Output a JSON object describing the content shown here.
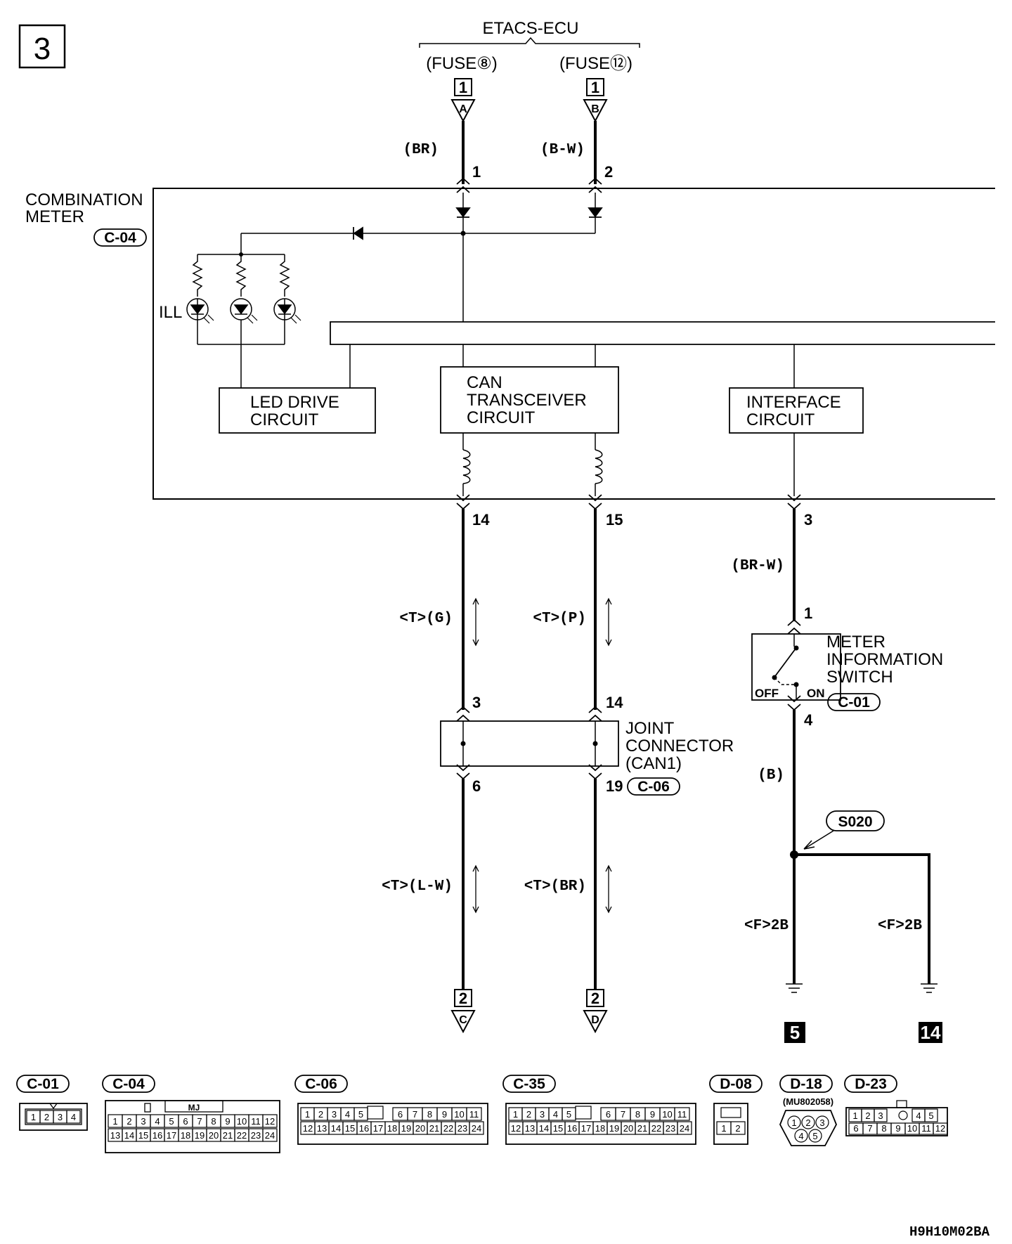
{
  "page_number": "3",
  "etacs_ecu": "ETACS-ECU",
  "fuse_a": "(FUSE⑧)",
  "fuse_b": "(FUSE⑫)",
  "comb_meter_l1": "COMBINATION",
  "comb_meter_l2": "METER",
  "ill": "ILL",
  "led_drive_l1": "LED DRIVE",
  "led_drive_l2": "CIRCUIT",
  "can_l1": "CAN",
  "can_l2": "TRANSCEIVER",
  "can_l3": "CIRCUIT",
  "interface_l1": "INTERFACE",
  "interface_l2": "CIRCUIT",
  "meter_sw_l1": "METER",
  "meter_sw_l2": "INFORMATION",
  "meter_sw_l3": "SWITCH",
  "sw_off": "OFF",
  "sw_on": "ON",
  "joint_l1": "JOINT",
  "joint_l2": "CONNECTOR",
  "joint_l3": "(CAN1)",
  "splice": "S020",
  "connectors": {
    "c04": "C-04",
    "c01": "C-01",
    "c06": "C-06",
    "c35": "C-35",
    "d08": "D-08",
    "d18": "D-18",
    "d23": "D-23"
  },
  "wire_colors": {
    "br": "(BR)",
    "bw": "(B-W)",
    "t_g": "<T>(G)",
    "t_p": "<T>(P)",
    "brw": "(BR-W)",
    "b": "(B)",
    "t_lw": "<T>(L-W)",
    "t_br": "<T>(BR)",
    "f2b_1": "<F>2B",
    "f2b_2": "<F>2B"
  },
  "pins": {
    "p1": "1",
    "p2": "2",
    "p14": "14",
    "p15": "15",
    "p3": "3",
    "sw1": "1",
    "sw4": "4",
    "j3": "3",
    "j14": "14",
    "j6": "6",
    "j19": "19"
  },
  "terminals": {
    "a_num": "1",
    "a_letter": "A",
    "b_num": "1",
    "b_letter": "B",
    "c_num": "2",
    "c_letter": "C",
    "d_num": "2",
    "d_letter": "D"
  },
  "grounds": {
    "g1": "5",
    "g2": "14"
  },
  "mu_code": "(MU802058)",
  "mj": "MJ",
  "connector_pins": {
    "c01": [
      "1",
      "2",
      "3",
      "4"
    ],
    "c04_top": [
      "1",
      "2",
      "3",
      "4",
      "5",
      "6",
      "7",
      "8",
      "9",
      "10",
      "11",
      "12"
    ],
    "c04_bot": [
      "13",
      "14",
      "15",
      "16",
      "17",
      "18",
      "19",
      "20",
      "21",
      "22",
      "23",
      "24"
    ],
    "c06_top_l": [
      "1",
      "2",
      "3",
      "4",
      "5"
    ],
    "c06_top_r": [
      "6",
      "7",
      "8",
      "9",
      "10",
      "11"
    ],
    "c06_bot": [
      "12",
      "13",
      "14",
      "15",
      "16",
      "17",
      "18",
      "19",
      "20",
      "21",
      "22",
      "23",
      "24"
    ],
    "c35_top_l": [
      "1",
      "2",
      "3",
      "4",
      "5"
    ],
    "c35_top_r": [
      "6",
      "7",
      "8",
      "9",
      "10",
      "11"
    ],
    "c35_bot": [
      "12",
      "13",
      "14",
      "15",
      "16",
      "17",
      "18",
      "19",
      "20",
      "21",
      "22",
      "23",
      "24"
    ],
    "d08": [
      "1",
      "2"
    ],
    "d18_top": [
      "1",
      "2",
      "3"
    ],
    "d18_bot": [
      "4",
      "5"
    ],
    "d23_top_l": [
      "1",
      "2",
      "3"
    ],
    "d23_top_r": [
      "4",
      "5"
    ],
    "d23_bot": [
      "6",
      "7",
      "8",
      "9",
      "10",
      "11",
      "12"
    ]
  },
  "drawing_code": "H9H10M02BA"
}
